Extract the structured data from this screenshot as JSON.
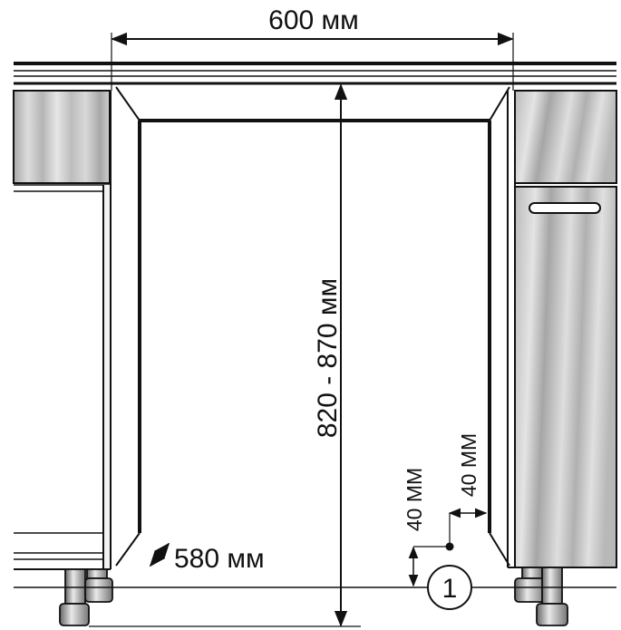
{
  "dimensions": {
    "width_label": "600 мм",
    "height_label": "820 - 870 мм",
    "depth_label": "580 мм",
    "offset_vertical_label": "40 ММ",
    "offset_horizontal_label": "40 ММ"
  },
  "callout": {
    "number": "1"
  },
  "colors": {
    "line": "#111111",
    "panel_light": "#e2e2e2",
    "panel_mid": "#c4c4c4",
    "panel_dark": "#9c9c9c"
  }
}
